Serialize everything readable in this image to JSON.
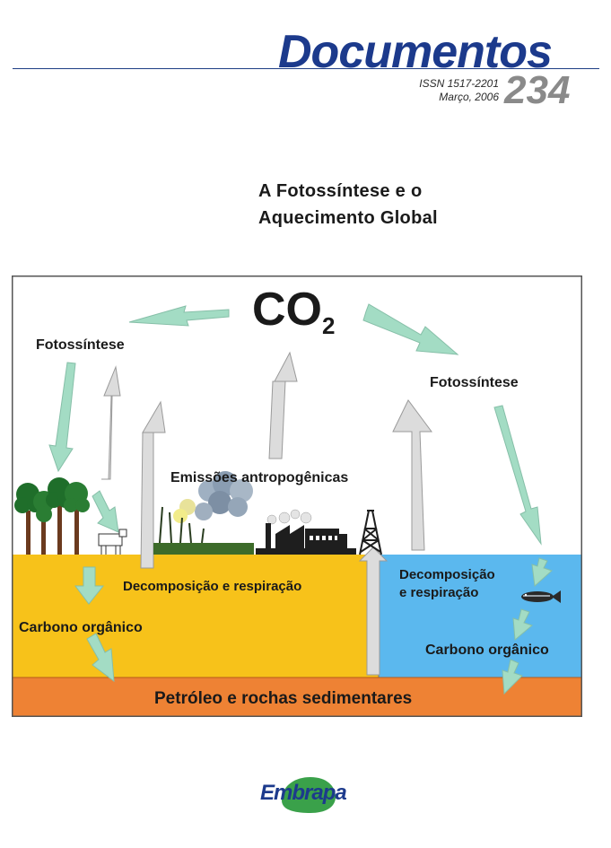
{
  "header": {
    "series": "Documentos",
    "issn": "ISSN 1517-2201",
    "date": "Março, 2006",
    "number": "234"
  },
  "title": {
    "line1": "A Fotossíntese  e  o",
    "line2": "Aquecimento Global"
  },
  "diagram": {
    "co2_main": "CO",
    "co2_sub": "2",
    "photosynthesis_left": "Fotossíntese",
    "photosynthesis_right": "Fotossíntese",
    "emissions": "Emissões antropogênicas",
    "decomposition_land": "Decomposição e respiração",
    "decomposition_ocean_1": "Decomposição",
    "decomposition_ocean_2": "e respiração",
    "organic_carbon_land": "Carbono orgânico",
    "organic_carbon_ocean": "Carbono orgânico",
    "sediments": "Petróleo e rochas sedimentares",
    "colors": {
      "land": "#f7c21a",
      "ocean": "#5bb8ee",
      "sediment": "#ee8234",
      "green_arrow": "#a3dcc4",
      "gray_arrow": "#dcdcdc"
    }
  },
  "logo": {
    "text": "Embrapa"
  }
}
